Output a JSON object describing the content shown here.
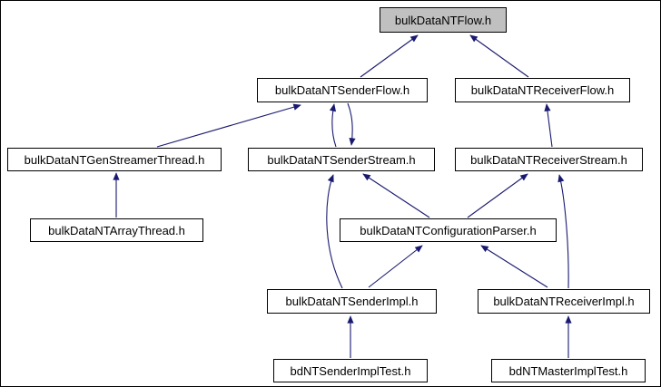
{
  "diagram": {
    "kind": "include-dependency-graph",
    "colors": {
      "arrow": "#191970",
      "node_border": "#000000",
      "node_fill": "#ffffff",
      "highlight_fill": "#c0c0c0",
      "background": "#ffffff"
    },
    "nodes": {
      "flow": {
        "label": "bulkDataNTFlow.h",
        "highlighted": true
      },
      "senderFlow": {
        "label": "bulkDataNTSenderFlow.h",
        "highlighted": false
      },
      "receiverFlow": {
        "label": "bulkDataNTReceiverFlow.h",
        "highlighted": false
      },
      "genStreamerThread": {
        "label": "bulkDataNTGenStreamerThread.h",
        "highlighted": false
      },
      "senderStream": {
        "label": "bulkDataNTSenderStream.h",
        "highlighted": false
      },
      "receiverStream": {
        "label": "bulkDataNTReceiverStream.h",
        "highlighted": false
      },
      "arrayThread": {
        "label": "bulkDataNTArrayThread.h",
        "highlighted": false
      },
      "configurationParser": {
        "label": "bulkDataNTConfigurationParser.h",
        "highlighted": false
      },
      "senderImpl": {
        "label": "bulkDataNTSenderImpl.h",
        "highlighted": false
      },
      "receiverImpl": {
        "label": "bulkDataNTReceiverImpl.h",
        "highlighted": false
      },
      "senderImplTest": {
        "label": "bdNTSenderImplTest.h",
        "highlighted": false
      },
      "masterImplTest": {
        "label": "bdNTMasterImplTest.h",
        "highlighted": false
      }
    },
    "edges": [
      {
        "from": "bulkDataNTSenderFlow.h",
        "to": "bulkDataNTFlow.h"
      },
      {
        "from": "bulkDataNTReceiverFlow.h",
        "to": "bulkDataNTFlow.h"
      },
      {
        "from": "bulkDataNTGenStreamerThread.h",
        "to": "bulkDataNTSenderFlow.h"
      },
      {
        "from": "bulkDataNTSenderStream.h",
        "to": "bulkDataNTSenderFlow.h"
      },
      {
        "from": "bulkDataNTSenderFlow.h",
        "to": "bulkDataNTSenderStream.h"
      },
      {
        "from": "bulkDataNTReceiverStream.h",
        "to": "bulkDataNTReceiverFlow.h"
      },
      {
        "from": "bulkDataNTArrayThread.h",
        "to": "bulkDataNTGenStreamerThread.h"
      },
      {
        "from": "bulkDataNTConfigurationParser.h",
        "to": "bulkDataNTSenderStream.h"
      },
      {
        "from": "bulkDataNTConfigurationParser.h",
        "to": "bulkDataNTReceiverStream.h"
      },
      {
        "from": "bulkDataNTSenderImpl.h",
        "to": "bulkDataNTSenderStream.h"
      },
      {
        "from": "bulkDataNTSenderImpl.h",
        "to": "bulkDataNTConfigurationParser.h"
      },
      {
        "from": "bulkDataNTReceiverImpl.h",
        "to": "bulkDataNTConfigurationParser.h"
      },
      {
        "from": "bulkDataNTReceiverImpl.h",
        "to": "bulkDataNTReceiverStream.h"
      },
      {
        "from": "bdNTSenderImplTest.h",
        "to": "bulkDataNTSenderImpl.h"
      },
      {
        "from": "bdNTMasterImplTest.h",
        "to": "bulkDataNTReceiverImpl.h"
      }
    ]
  }
}
